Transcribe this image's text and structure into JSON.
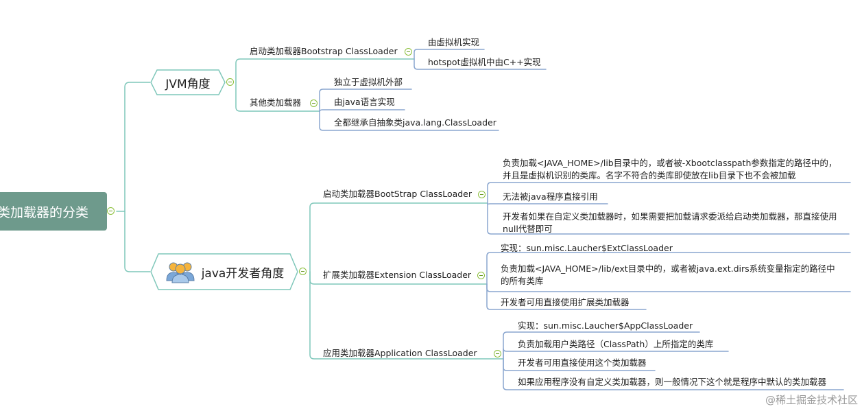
{
  "root": {
    "label": "类加载器的分类"
  },
  "branches": {
    "jvm": {
      "label": "JVM角度",
      "bootstrap": {
        "label": "启动类加载器Bootstrap ClassLoader",
        "items": [
          "由虚拟机实现",
          "hotspot虚拟机中由C++实现"
        ]
      },
      "others": {
        "label": "其他类加载器",
        "items": [
          "独立于虚拟机外部",
          "由java语言实现",
          "全都继承自抽象类java.lang.ClassLoader"
        ]
      }
    },
    "dev": {
      "label": "java开发者角度",
      "icon": "people-icon",
      "bootstrap": {
        "label": "启动类加载器BootStrap ClassLoader",
        "items": [
          "负责加载<JAVA_HOME>/lib目录中的，或者被-Xbootclasspath参数指定的路径中的，并且是虚拟机识别的类库。名字不符合的类库即使放在lib目录下也不会被加载",
          "无法被java程序直接引用",
          "开发者如果在自定义类加载器时，如果需要把加载请求委派给启动类加载器，那直接使用null代替即可"
        ]
      },
      "extension": {
        "label": "扩展类加载器Extension ClassLoader",
        "items": [
          "实现：sun.misc.Laucher$ExtClassLoader",
          "负责加载<JAVA_HOME>/lib/ext目录中的，或者被java.ext.dirs系统变量指定的路径中的所有类库",
          "开发者可用直接使用扩展类加载器"
        ]
      },
      "application": {
        "label": "应用类加载器Application ClassLoader",
        "items": [
          "实现：sun.misc.Laucher$AppClassLoader",
          "负责加载用户类路径（ClassPath）上所指定的类库",
          "开发者可用直接使用这个类加载器",
          "如果应用程序没有自定义类加载器，则一般情况下这个就是程序中默认的类加载器"
        ]
      }
    }
  },
  "watermark": "@稀土掘金技术社区",
  "colors": {
    "root_bg": "#6e9a8c",
    "teal_line": "#7fc7ba",
    "blue_line": "#8aa6cf",
    "toggle": "#8bbf3a"
  }
}
